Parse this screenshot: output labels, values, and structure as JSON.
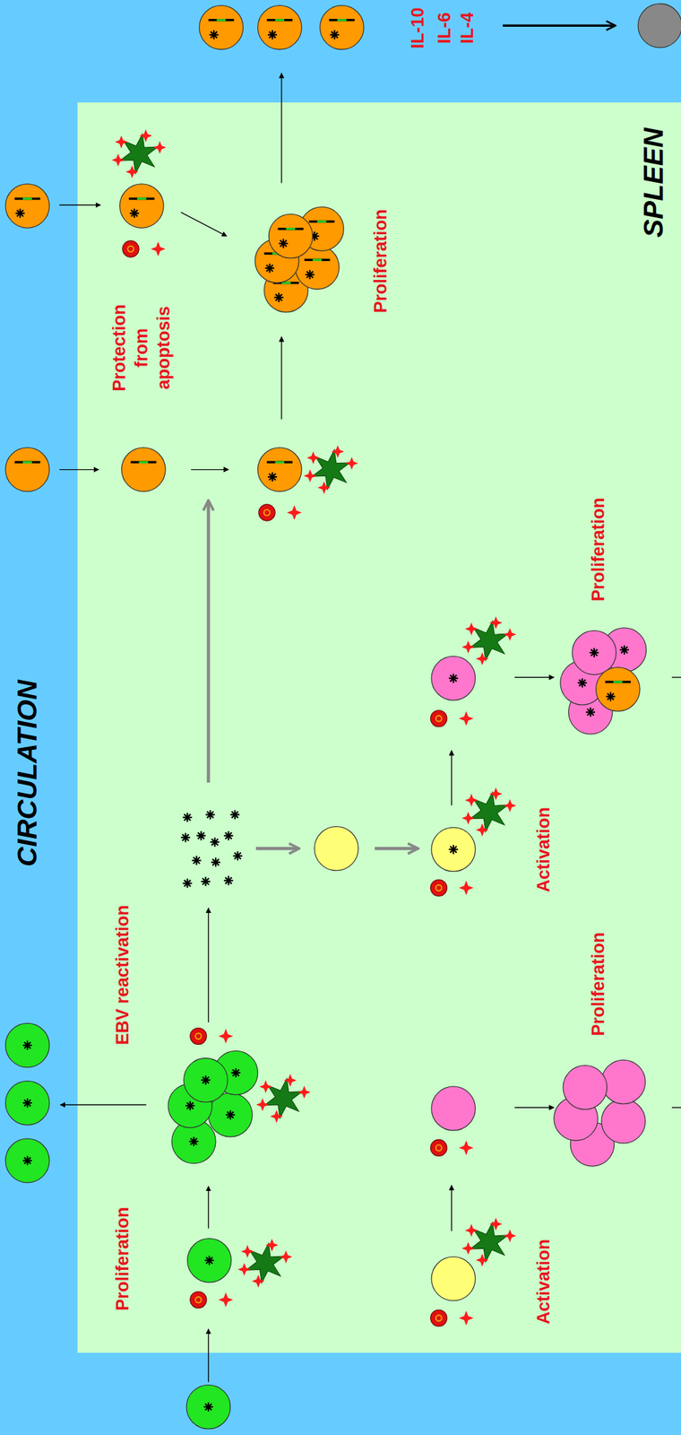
{
  "diagram": {
    "nodes": [
      {
        "text": [
          "CIRCULATION"
        ]
      },
      {
        "text": [
          "SPLEEN"
        ],
        "in": 0
      }
    ],
    "labels": [
      "Proliferation",
      "EBV reactivation",
      "Protection from apoptosis",
      "Proliferation",
      "Activation",
      "Activation",
      "Proliferation",
      "Proliferation",
      "IL-10",
      "IL-6",
      "IL-4"
    ]
  }
}
